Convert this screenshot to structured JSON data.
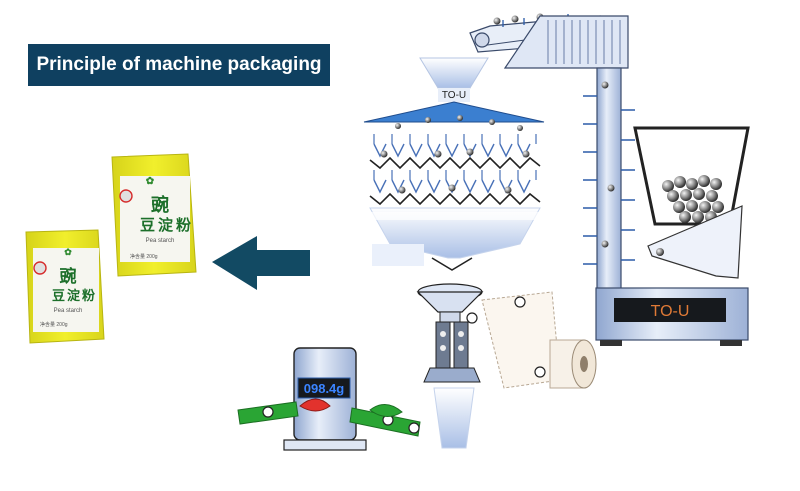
{
  "title": "Principle of machine packaging",
  "hopper_label": "TO-U",
  "machine_label": "TO-U",
  "scale_display": "098.4g",
  "package": {
    "name_chars": "豌豆淀粉",
    "subtitle": "Pea starch",
    "weight": "净含量 200g"
  },
  "colors": {
    "banner": "#0f4060",
    "arrow": "#124a63",
    "package_yellow": "#e7e61c",
    "conveyor_green": "#2aa534",
    "hopper_blue": "#b7c9e8",
    "display_bg": "#16191d",
    "display_text": "#e07a36"
  },
  "icons": [
    "arrow-left-icon",
    "package-icon",
    "bean-icon",
    "scale-icon",
    "gear-icon"
  ]
}
